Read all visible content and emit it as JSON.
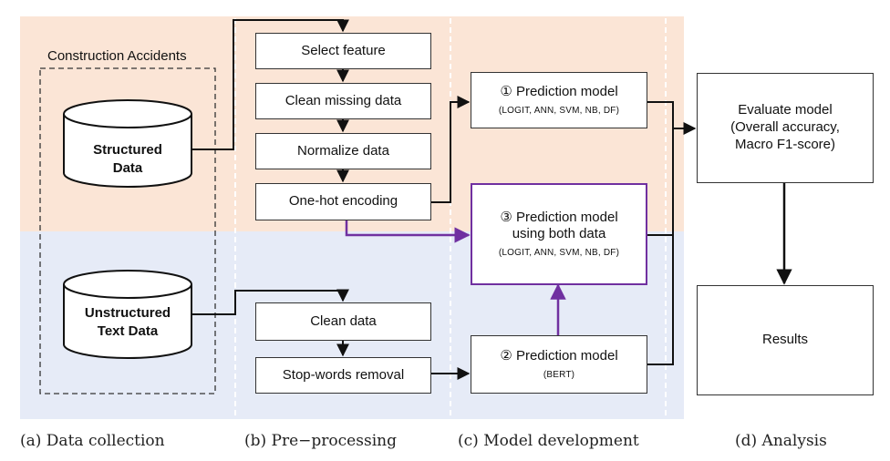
{
  "colors": {
    "structured_bg": "#fbe5d6",
    "unstructured_bg": "#e6ebf7",
    "purple": "#7030a0",
    "line": "#111111"
  },
  "collection": {
    "title": "Construction Accidents",
    "structured_line1": "Structured",
    "structured_line2": "Data",
    "unstructured_line1": "Unstructured",
    "unstructured_line2": "Text Data"
  },
  "preprocessing": {
    "select_feature": "Select feature",
    "clean_missing": "Clean missing data",
    "normalize": "Normalize data",
    "one_hot": "One-hot encoding",
    "clean_data": "Clean data",
    "stopwords": "Stop-words removal"
  },
  "models": {
    "m1_title": "① Prediction model",
    "m1_sub": "(LOGIT, ANN, SVM, NB, DF)",
    "m3_line1": "③ Prediction model",
    "m3_line2": "using both data",
    "m3_sub": "(LOGIT, ANN, SVM, NB, DF)",
    "m2_title": "② Prediction model",
    "m2_sub": "(BERT)"
  },
  "analysis": {
    "evaluate_line1": "Evaluate model",
    "evaluate_line2": "(Overall accuracy,",
    "evaluate_line3": "Macro F1-score)",
    "results": "Results"
  },
  "stage_labels": {
    "a": "(a) Data collection",
    "b": "(b) Pre−processing",
    "c": "(c) Model development",
    "d": "(d) Analysis"
  }
}
